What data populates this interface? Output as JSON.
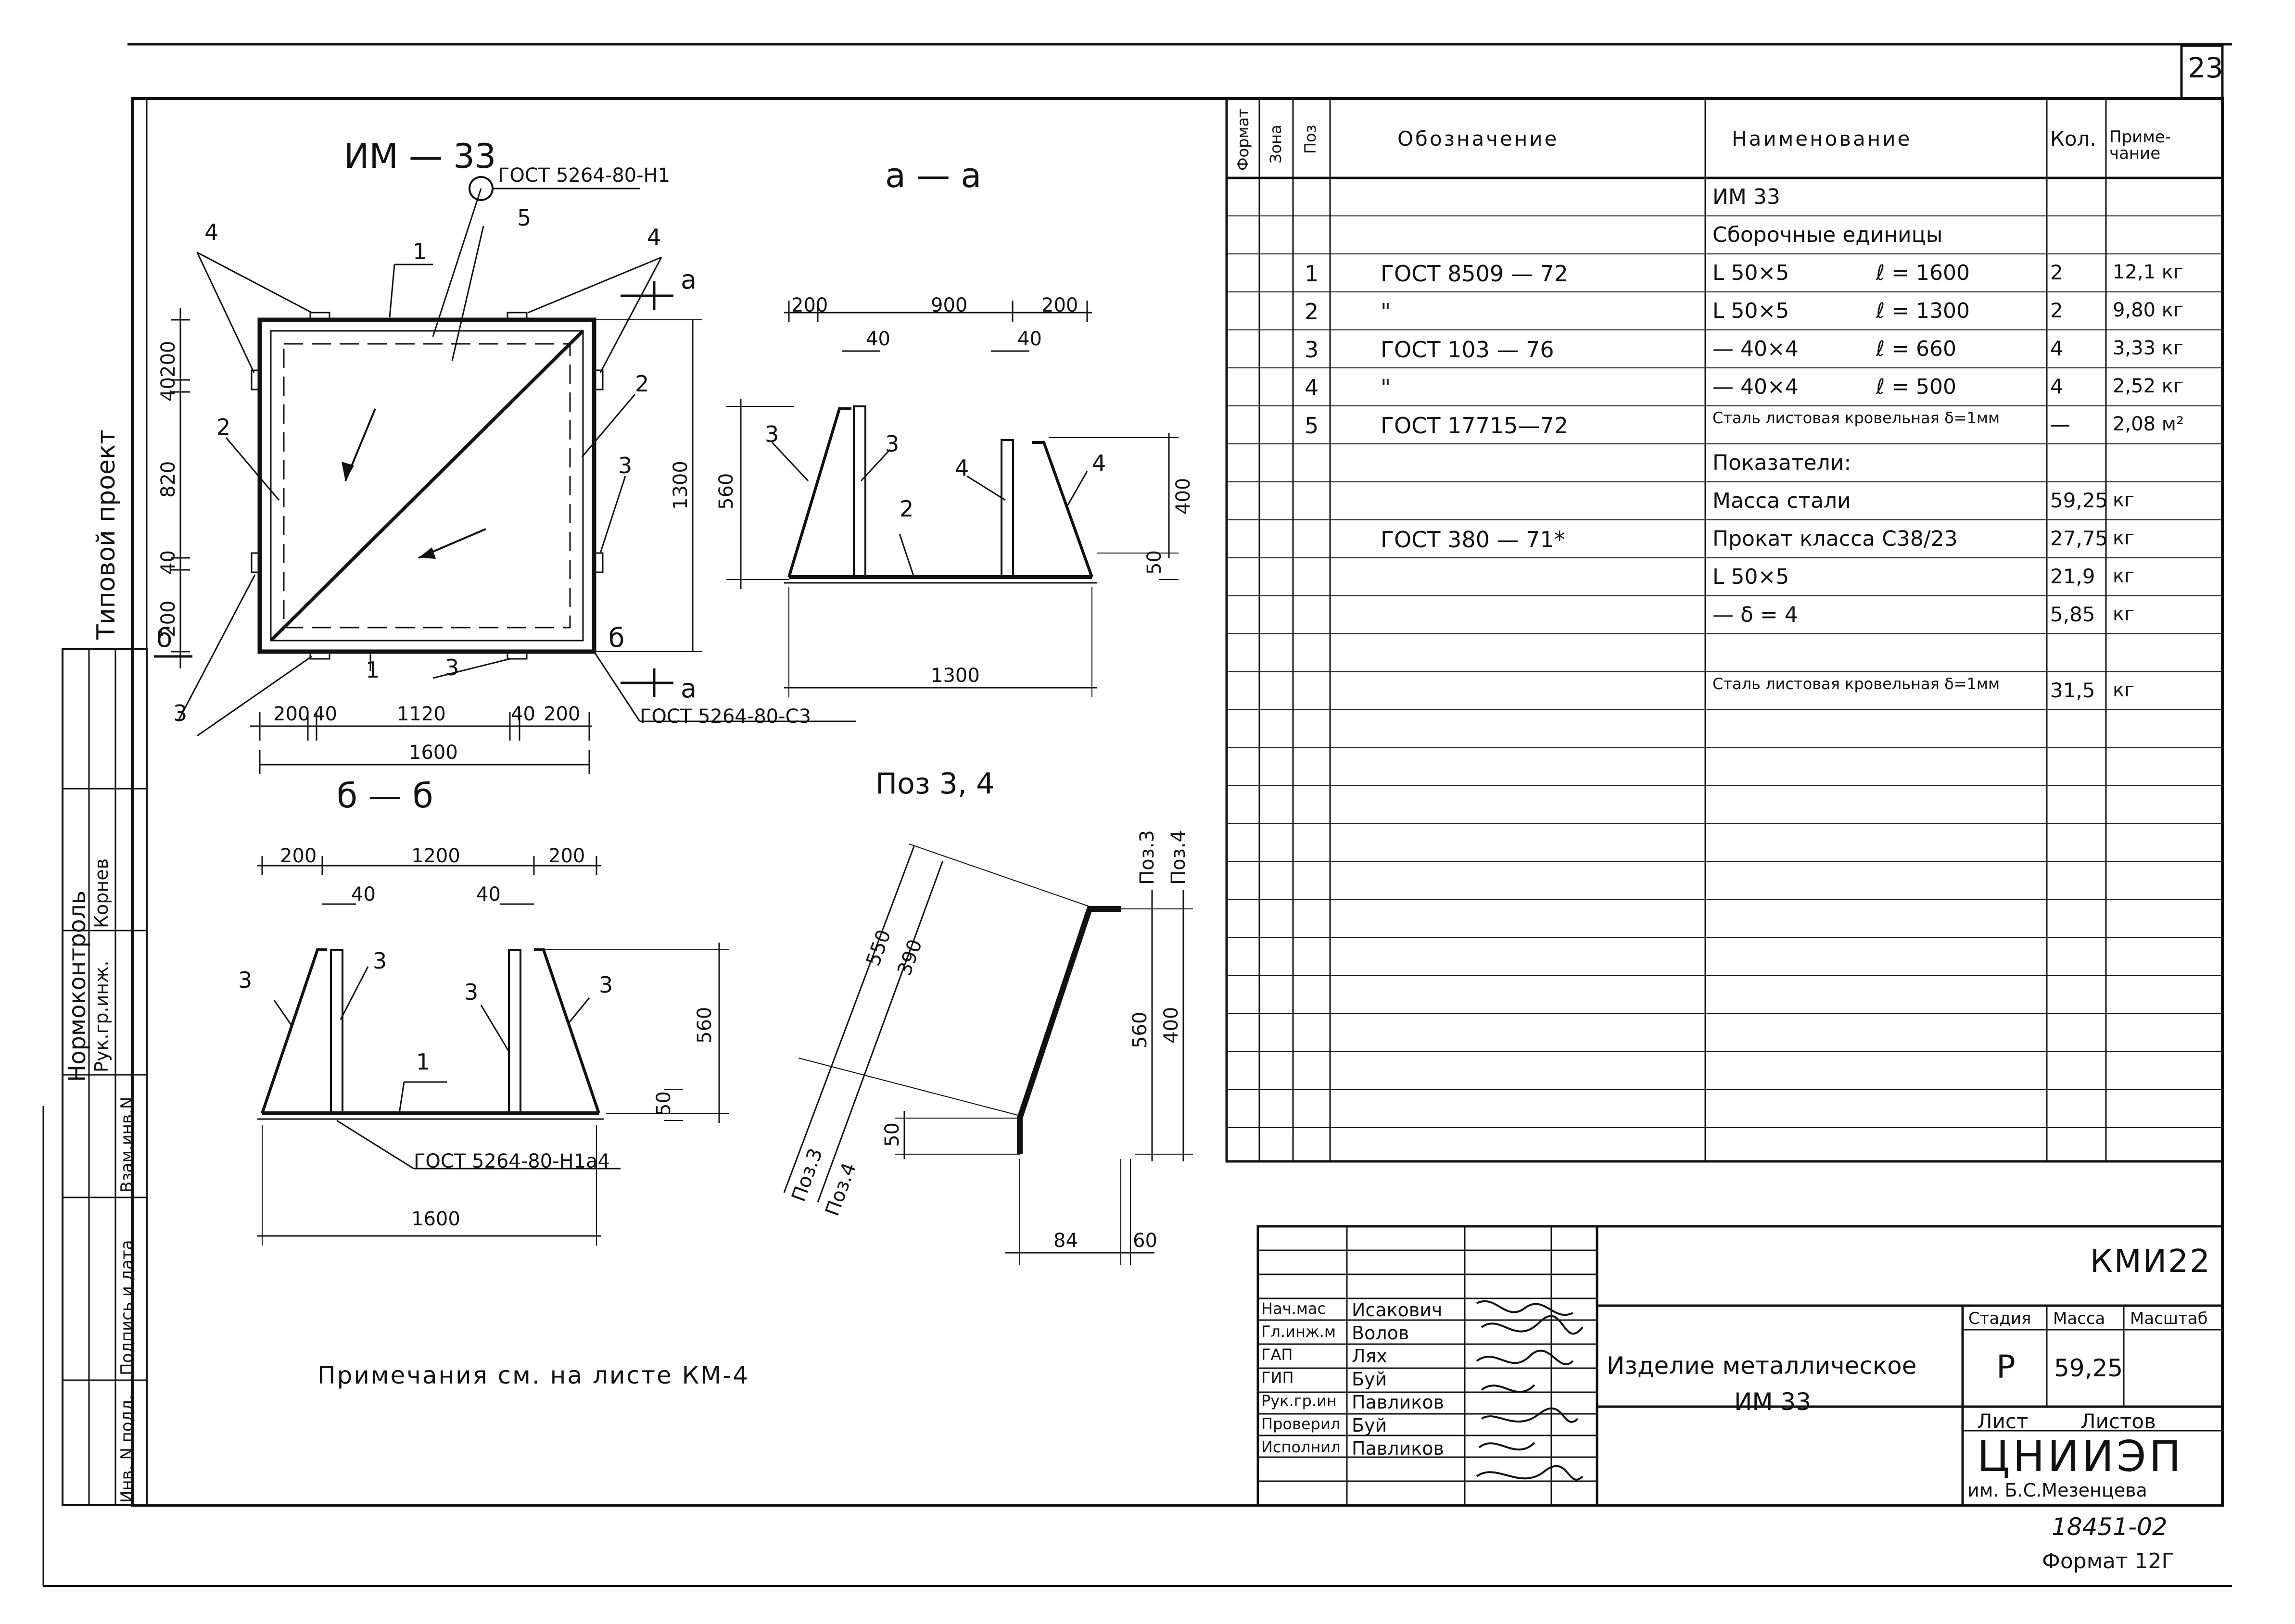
{
  "page_number": "23",
  "side_label": "Типовой проект",
  "left_strip": {
    "normocontrol": "Нормоконтроль",
    "rows": [
      {
        "role": "Рук.гр.инж.",
        "name": "Корнев"
      },
      {
        "role": "Взам.инв.N",
        "name": ""
      },
      {
        "role": "Подпись и дата",
        "name": ""
      },
      {
        "role": "Инв. N подл.",
        "name": ""
      }
    ]
  },
  "views": {
    "main_title": "ИМ — 33",
    "main_gost_top": "ГОСТ 5264-80-Н1",
    "main_gost_bottom": "ГОСТ 5264-80-С3",
    "section_a": "а — а",
    "section_b": "б — б",
    "poz_title": "Поз 3, 4",
    "bb_gost": "ГОСТ 5264-80-Н1а4",
    "poz3": "Поз.3",
    "poz4": "Поз.4",
    "cut_a": "а",
    "cut_b": "б",
    "callouts": [
      "1",
      "2",
      "3",
      "4",
      "5"
    ],
    "dims": {
      "main_h": [
        "200",
        "40",
        "820",
        "40",
        "200"
      ],
      "main_total_h": "1300",
      "main_w": [
        "200",
        "40",
        "1120",
        "40",
        "200"
      ],
      "main_total_w": "1600",
      "aa_top": [
        "200",
        "900",
        "200"
      ],
      "aa_small": [
        "40",
        "40"
      ],
      "aa_h1": "560",
      "aa_h2": "400",
      "aa_h3": "50",
      "aa_w": "1300",
      "bb_top": [
        "200",
        "1200",
        "200"
      ],
      "bb_small": [
        "40",
        "40"
      ],
      "bb_h1": "560",
      "bb_h2": "50",
      "bb_w": "1600",
      "poz_len1": "550",
      "poz_len2": "390",
      "poz_h1": "560",
      "poz_h2": "400",
      "poz_h3": "50",
      "poz_w1": "84",
      "poz_w2": "60"
    }
  },
  "notes": "Примечания см. на листе КМ-4",
  "spec": {
    "headers": [
      "Формат",
      "Зона",
      "Поз",
      "Обозначение",
      "Наименование",
      "Кол.",
      "Приме-чание"
    ],
    "rows": [
      {
        "poz": "",
        "oboz": "",
        "name": "ИМ 33",
        "len": "",
        "qty": "",
        "note": ""
      },
      {
        "poz": "",
        "oboz": "",
        "name": "Сборочные единицы",
        "len": "",
        "qty": "",
        "note": ""
      },
      {
        "poz": "1",
        "oboz": "ГОСТ 8509 — 72",
        "name": "L 50×5",
        "len": "ℓ = 1600",
        "qty": "2",
        "note": "12,1 кг"
      },
      {
        "poz": "2",
        "oboz": "\"",
        "name": "L 50×5",
        "len": "ℓ = 1300",
        "qty": "2",
        "note": "9,80 кг"
      },
      {
        "poz": "3",
        "oboz": "ГОСТ 103 — 76",
        "name": "— 40×4",
        "len": "ℓ = 660",
        "qty": "4",
        "note": "3,33 кг"
      },
      {
        "poz": "4",
        "oboz": "\"",
        "name": "— 40×4",
        "len": "ℓ = 500",
        "qty": "4",
        "note": "2,52 кг"
      },
      {
        "poz": "5",
        "oboz": "ГОСТ 17715—72",
        "name": "Сталь листовая кровельная δ=1мм",
        "len": "",
        "qty": "—",
        "note": "2,08 м²"
      },
      {
        "poz": "",
        "oboz": "",
        "name": "Показатели:",
        "len": "",
        "qty": "",
        "note": ""
      },
      {
        "poz": "",
        "oboz": "",
        "name": "Масса стали",
        "len": "",
        "qty": "59,25",
        "note": "кг"
      },
      {
        "poz": "",
        "oboz": "ГОСТ 380 — 71*",
        "name": "Прокат класса С38/23",
        "len": "",
        "qty": "27,75",
        "note": "кг"
      },
      {
        "poz": "",
        "oboz": "",
        "name": "L 50×5",
        "len": "",
        "qty": "21,9",
        "note": "кг"
      },
      {
        "poz": "",
        "oboz": "",
        "name": "— δ = 4",
        "len": "",
        "qty": "5,85",
        "note": "кг"
      },
      {
        "poz": "",
        "oboz": "",
        "name": "",
        "len": "",
        "qty": "",
        "note": ""
      },
      {
        "poz": "",
        "oboz": "",
        "name": "Сталь листовая кровельная δ=1мм",
        "len": "",
        "qty": "31,5",
        "note": "кг"
      }
    ]
  },
  "title_block": {
    "code": "КМИ22",
    "people": [
      {
        "role": "Нач.мас",
        "name": "Исакович"
      },
      {
        "role": "Гл.инж.м",
        "name": "Волов"
      },
      {
        "role": "ГАП",
        "name": "Лях"
      },
      {
        "role": "ГИП",
        "name": "Буй"
      },
      {
        "role": "Рук.гр.ин",
        "name": "Павликов"
      },
      {
        "role": "Проверил",
        "name": "Буй"
      },
      {
        "role": "Исполнил",
        "name": "Павликов"
      }
    ],
    "product_line1": "Изделие металлическое",
    "product_line2": "ИМ 33",
    "stage_label": "Стадия",
    "mass_label": "Масса",
    "scale_label": "Масштаб",
    "stage": "Р",
    "mass": "59,25",
    "sheet_label": "Лист",
    "sheets_label": "Листов",
    "org": "ЦНИИЭП",
    "org_sub": "им. Б.С.Мезенцева",
    "inv": "18451-02",
    "format": "Формат 12Г"
  }
}
